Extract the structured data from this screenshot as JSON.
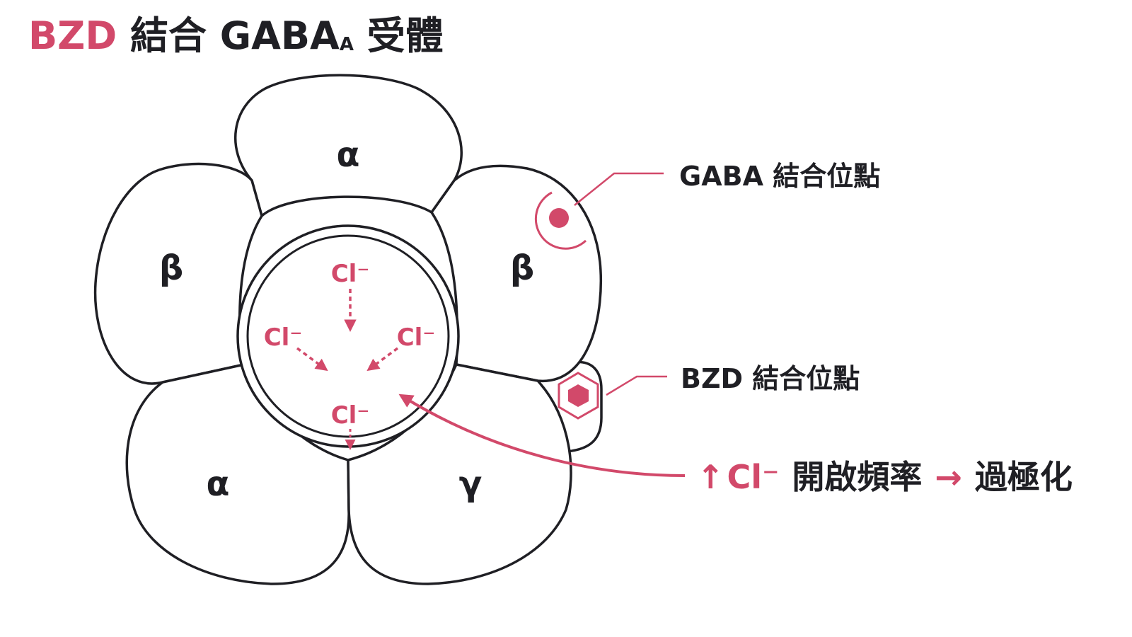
{
  "title": {
    "highlight": "BZD",
    "main": "結合 GABA",
    "subscript": "A",
    "suffix": "受體"
  },
  "subunits": [
    {
      "label": "α"
    },
    {
      "label": "β"
    },
    {
      "label": "β"
    },
    {
      "label": "α"
    },
    {
      "label": "γ"
    }
  ],
  "ions": {
    "label": "Cl⁻"
  },
  "callouts": {
    "gaba_site": "GABA 結合位點",
    "bzd_site": "BZD 結合位點"
  },
  "effect": {
    "arrow_up": "↑",
    "ion": "Cl⁻",
    "text": "開啟頻率",
    "arrow_right": "→",
    "result": "過極化"
  },
  "colors": {
    "accent": "#d2496a",
    "ink": "#1f1f24"
  }
}
